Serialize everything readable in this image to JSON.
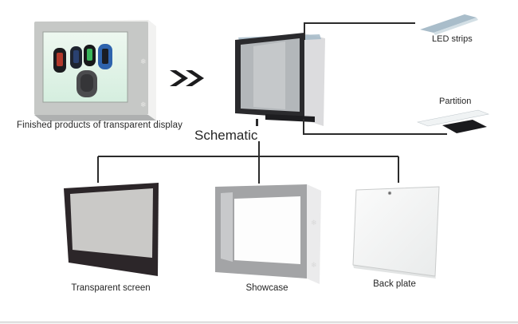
{
  "page": {
    "background": "#ffffff",
    "divider_color": "#c9c9c9"
  },
  "product_photo": {
    "caption": "Finished products of transparent display",
    "box_color": "#c6c8c6",
    "side_color": "#f2f2f1",
    "screen_tint_top": "#eef8f0",
    "screen_tint_bottom": "#d5eedf",
    "logo_glyph": "❄",
    "items": [
      {
        "name": "red smart band",
        "body": "#1c1c1f",
        "accent": "#b23a2c"
      },
      {
        "name": "navy smart band",
        "body": "#1e2430",
        "accent": "#2a4170"
      },
      {
        "name": "green-screen smart band",
        "body": "#17181a",
        "accent": "#38b45a"
      },
      {
        "name": "blue smart band",
        "body": "#2e63ad",
        "accent": "#1a1d24"
      },
      {
        "name": "watch",
        "body": "#4b4b4e",
        "accent": "#353538"
      }
    ]
  },
  "flow_arrow": {
    "icon": "double-chevron-right",
    "color": "#1c1c1e"
  },
  "schematic": {
    "title": "Schematic",
    "frame_color": "#2a2a2d",
    "glass_color": "#b3b7ba",
    "inner_panel_color": "#c9ccce",
    "body_color": "#dcdcde",
    "top_glass_color": "#a4bac8",
    "shelf_color": "#1d1d20"
  },
  "callouts": {
    "led_strips": {
      "label": "LED strips",
      "strip_color": "#a9bdca",
      "strip_edge_color": "#d3dfe5"
    },
    "partition": {
      "label": "Partition",
      "strip_color": "#f0f3f4",
      "base_color": "#1a1a1d"
    }
  },
  "connectors": {
    "color": "#2b2b2b"
  },
  "components": [
    {
      "label": "Transparent screen",
      "frame_color": "#2c2629",
      "glass_color": "#cac9c7"
    },
    {
      "label": "Showcase",
      "frame_color": "#a3a4a6",
      "side_color": "#ebebec",
      "inner_band_color": "#c8c9cb",
      "opening_color": "#fdfdfd"
    },
    {
      "label": "Back plate",
      "plate_color": "#f6f7f7",
      "edge_color": "#c9cbcb"
    }
  ],
  "text_color": "#262626"
}
